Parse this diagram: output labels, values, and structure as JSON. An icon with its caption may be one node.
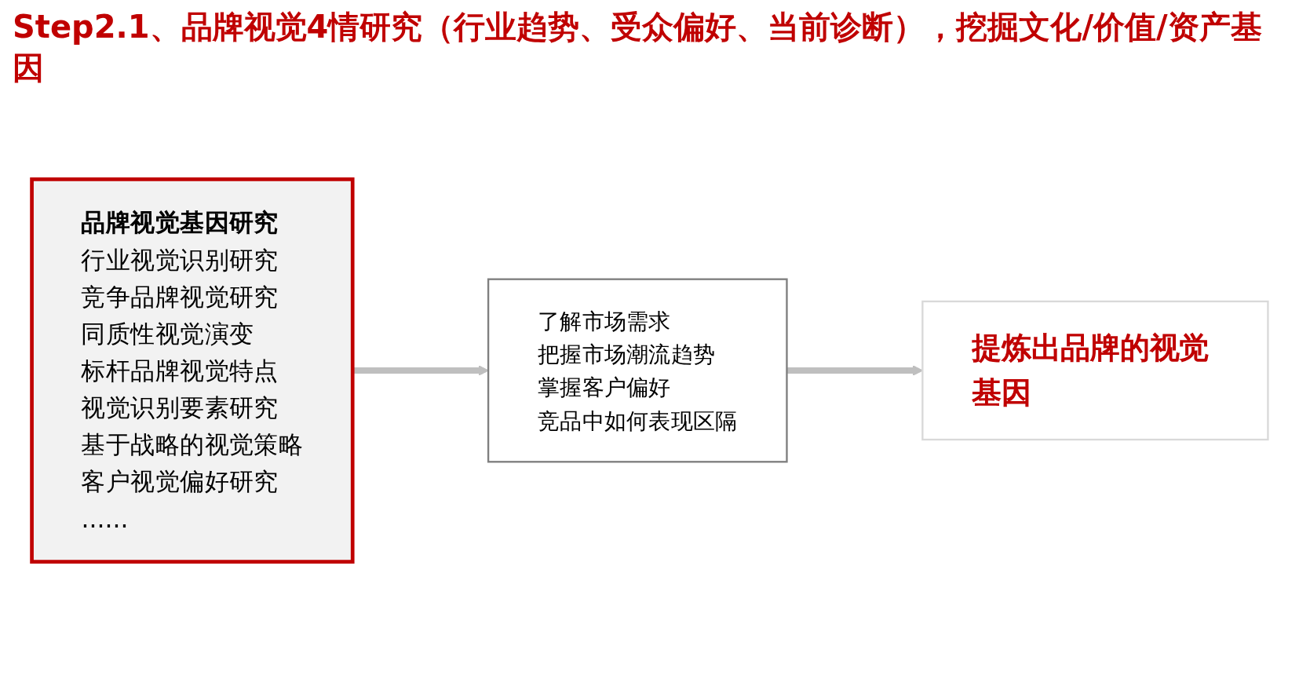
{
  "diagram": {
    "title": "Step2.1、品牌视觉4情研究（行业趋势、受众偏好、当前诊断），挖掘文化/价值/资产基因",
    "nodes": [
      {
        "text": [
          "品牌视觉基因研究",
          "行业视觉识别研究",
          "竞争品牌视觉研究",
          "同质性视觉演变",
          "标杆品牌视觉特点",
          "视觉识别要素研究",
          "基于战略的视觉策略",
          "客户视觉偏好研究",
          "......"
        ]
      },
      {
        "text": [
          "了解市场需求",
          "把握市场潮流趋势",
          "掌握客户偏好",
          "竞品中如何表现区隔"
        ]
      },
      {
        "text": [
          "提炼出品牌的视觉基因"
        ]
      }
    ],
    "edges": [
      {
        "from": 0,
        "to": 1,
        "arrow": "to"
      },
      {
        "from": 1,
        "to": 2,
        "arrow": "to"
      }
    ]
  }
}
